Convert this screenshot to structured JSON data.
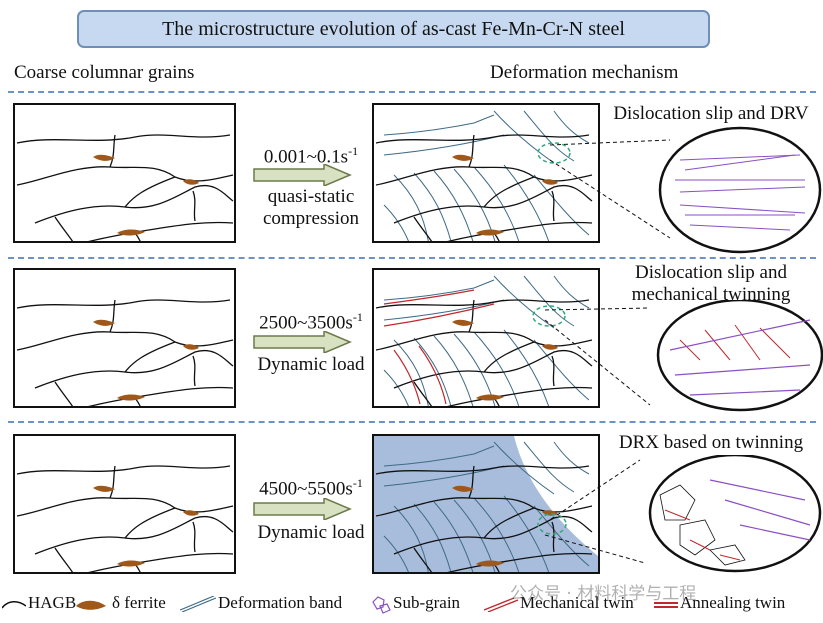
{
  "title": "The microstructure evolution of as-cast Fe-Mn-Cr-N steel",
  "col_left": "Coarse columnar grains",
  "col_right": "Deformation mechanism",
  "rows": [
    {
      "rate": "0.001~0.1s",
      "rate_sup": "-1",
      "load_line1": "quasi-static",
      "load_line2": "compression",
      "mechanism": "Dislocation slip and DRV"
    },
    {
      "rate": "2500~3500s",
      "rate_sup": "-1",
      "load_line1": "Dynamic load",
      "load_line2": "",
      "mechanism_line1": "Dislocation slip and",
      "mechanism_line2": "mechanical twinning"
    },
    {
      "rate": "4500~5500s",
      "rate_sup": "-1",
      "load_line1": "Dynamic load",
      "load_line2": "",
      "mechanism": "DRX based on twinning"
    }
  ],
  "legend": {
    "hagb": "HAGB",
    "ferrite": "δ ferrite",
    "deformation_band": "Deformation band",
    "sub_grain": "Sub-grain",
    "mechanical_twin": "Mechanical twin",
    "annealing_twin": "Annealing twin"
  },
  "watermark": "公众号 · 材料科学与工程",
  "colors": {
    "ferrite": "#a0581a",
    "band": "#3f6b86",
    "twin": "#c0282d",
    "subgrain": "#8a4fc4",
    "title_fill": "#c7d9f1",
    "drx_fill": "#a8bddb"
  },
  "arrow_icon": "right-arrow-icon"
}
